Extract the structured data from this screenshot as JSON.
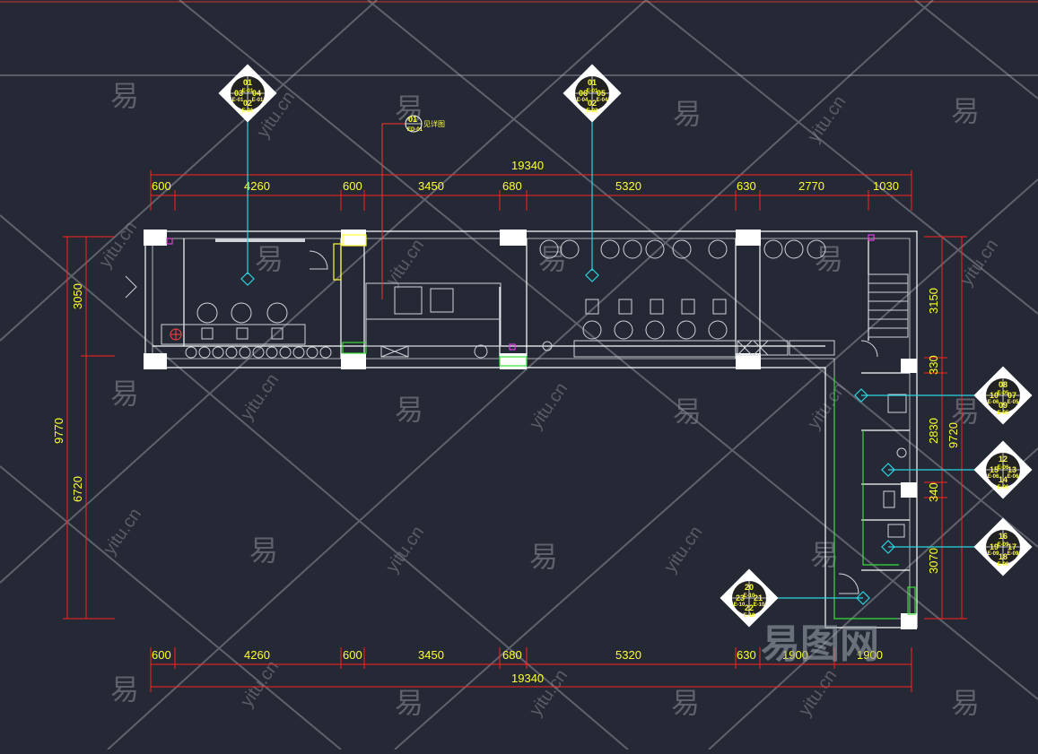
{
  "plan": {
    "top_total": "19340",
    "top_segments": [
      "600",
      "4260",
      "600",
      "3450",
      "680",
      "5320",
      "630",
      "2770",
      "1030"
    ],
    "bottom_segments": [
      "600",
      "4260",
      "600",
      "3450",
      "680",
      "5320",
      "630",
      "1900",
      "1900"
    ],
    "bottom_total": "19340",
    "left_segments": [
      "3050",
      "6720"
    ],
    "left_total": "9770",
    "right_segments": [
      "3150",
      "330",
      "2830",
      "340",
      "3070"
    ],
    "right_total": "9720",
    "detail_tag": {
      "number": "01",
      "sheet": "ED-01",
      "note": "见详图"
    },
    "elevation_tags": [
      {
        "top": "01",
        "left": "03",
        "right": "04",
        "bottom": "02",
        "codes": [
          "E-01",
          "E-01",
          "E-01",
          "E-01"
        ]
      },
      {
        "top": "01",
        "left": "06",
        "right": "05",
        "bottom": "02",
        "codes": [
          "E-01",
          "E-04",
          "E-04",
          "E-02"
        ]
      },
      {
        "top": "08",
        "left": "10",
        "right": "07",
        "bottom": "09",
        "codes": [
          "E-05",
          "E-06",
          "E-05",
          "E-05"
        ]
      },
      {
        "top": "12",
        "left": "15",
        "right": "13",
        "bottom": "14",
        "codes": [
          "E-06",
          "E-06",
          "E-06",
          "E-06"
        ]
      },
      {
        "top": "16",
        "left": "19",
        "right": "17",
        "bottom": "18",
        "codes": [
          "E-09",
          "E-09",
          "E-09",
          "E-09"
        ]
      },
      {
        "top": "20",
        "left": "23",
        "right": "21",
        "bottom": "22",
        "codes": [
          "E-10",
          "E-10",
          "E-10",
          "E-10"
        ]
      }
    ]
  },
  "watermark": {
    "glyph": "易",
    "site": "yitu.cn",
    "logo": "易图网"
  },
  "colors": {
    "background": "#242935",
    "dimension_line": "#ff2020",
    "dimension_text": "#ffff33",
    "wall": "#ffffff",
    "leader": "#2ad4e0",
    "accent_green": "#35e035",
    "accent_magenta": "#e040e0"
  }
}
